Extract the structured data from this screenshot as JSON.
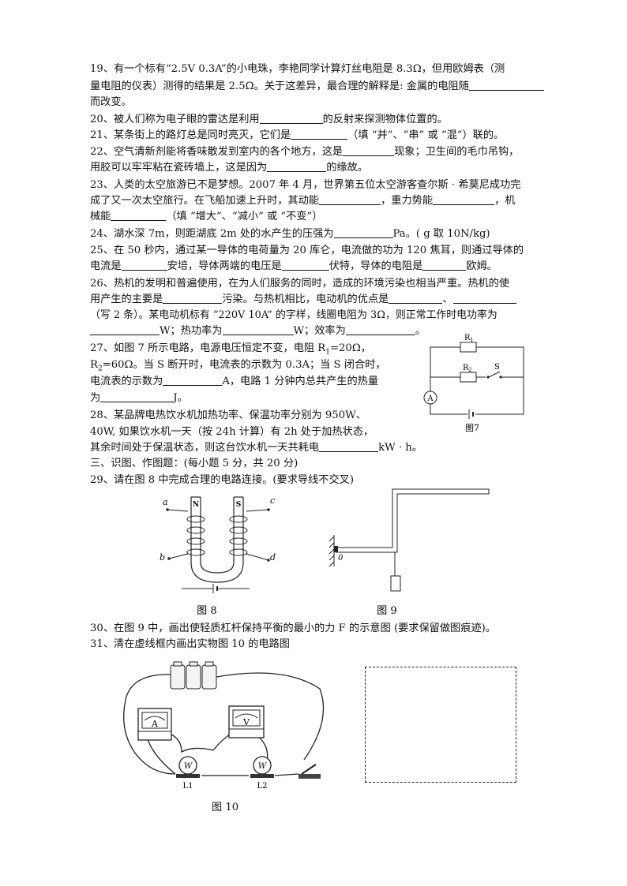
{
  "q19": {
    "l1a": "19、有一个标有“2.5V   0.3A”的小电珠，李艳同学计算灯丝电阻是 8.3Ω，但用欧姆表（测",
    "l2": "量电阻的仪表）测得的结果是 2.5Ω。关于这差异，最合理的解释是: 金属的电阻随",
    "l3": "而改变。"
  },
  "q20": {
    "a": "20、被人们称为电子眼的雷达是利用",
    "b": "的反射来探测物体位置的。"
  },
  "q21": {
    "a": "21、某条街上的路灯总是同时亮灭，它们是",
    "b": "（填 “并”、“串” 或 “混”）联的。"
  },
  "q22": {
    "a": "22、空气清新剂能将香味散发到室内的各个地方，这是",
    "b": "现象；卫生间的毛巾吊钩，",
    "c": "用胶可以牢牢粘在瓷砖墙上，这是因为",
    "d": "的缘故。"
  },
  "q23": {
    "l1": "23、人类的太空旅游已不是梦想。2007 年 4 月，世界第五位太空游客查尔斯 · 希莫尼成功完",
    "a": "成了又一次太空旅行。在飞船加速上升时，其动能",
    "b": "，重力势能",
    "c": "，机",
    "d": "械能",
    "e": "（填 “增大”、“减小” 或 “不变”）"
  },
  "q24": {
    "a": "24、湖水深 7m，则距湖底 2m 处的水产生的压强为",
    "b": "Pa。( g 取 10N/kg)"
  },
  "q25": {
    "l1": "25、在 50 秒内，通过某一导体的电荷量为 20 库仑，电流做的功为 120 焦耳，则通过导体的",
    "a": "电流是",
    "b": "安培，导体两端的电压是",
    "c": "伏特，导体的电阻是",
    "d": "欧姆。"
  },
  "q26": {
    "l1": "26、热机的发明和普遍使用，在为人们服务的同时，造成的环境污染也相当严重。热机的使",
    "a": "用产生的主要是",
    "b": "污染。与热机相比，电动机的优点是",
    "c": "、",
    "d": "（写 2 条）。某电动机标有 “220V   10A” 的字样，线圈电阻为 3Ω，则正常工作时电功率为",
    "e": "W；热功率为",
    "f": "W；效率为",
    "g": "。"
  },
  "q27": {
    "l1a": "27、如图 7 所示电路，电源电压恒定不变，电阻 R",
    "l1b": "=20Ω，",
    "l2a": "R",
    "l2b": "=60Ω。当 S 断开时，电流表的示数为 0.3A；当 S 闭合时，",
    "l3a": "电流表的示数为",
    "l3b": "A，电路 1 分钟内总共产生的热量",
    "l4a": "为",
    "l4b": "J。",
    "sub1": "1",
    "sub2": "2"
  },
  "q28": {
    "l1": "28、某品牌电热饮水机加热功率、保温功率分别为 950W、",
    "l2": "40W, 如果饮水机一天（按 24h 计算）有 2h 处于加热状态，",
    "l3a": "其余时间处于保温状态，则这台饮水机一天共耗电",
    "l3b": "kW · h。"
  },
  "section3": "三、识图、作图题：(每小题 5 分，共 20 分)",
  "q29": "29、请在图 8 中完成合理的电路连接。(要求导线不交叉)",
  "q30": "30、在图 9 中，画出使轻质杠杆保持平衡的最小的力 F 的示意图 (要求保留做图痕迹)。",
  "q31": "31、清在虚线框内画出实物图 10 的电路图",
  "fig7": {
    "caption": "图7",
    "r1": "R",
    "r2": "R",
    "r1sub": "1",
    "r2sub": "2",
    "s": "S",
    "a": "A"
  },
  "fig8": {
    "caption": "图 8",
    "a": "a",
    "b": "b",
    "c": "c",
    "d": "d",
    "n": "N",
    "s": "S"
  },
  "fig9": {
    "caption": "图 9",
    "o": "0"
  },
  "fig10": {
    "caption": "图 10",
    "ammeter": "A",
    "voltmeter": "V",
    "l1": "L1",
    "l2": "L2",
    "w": "W"
  }
}
